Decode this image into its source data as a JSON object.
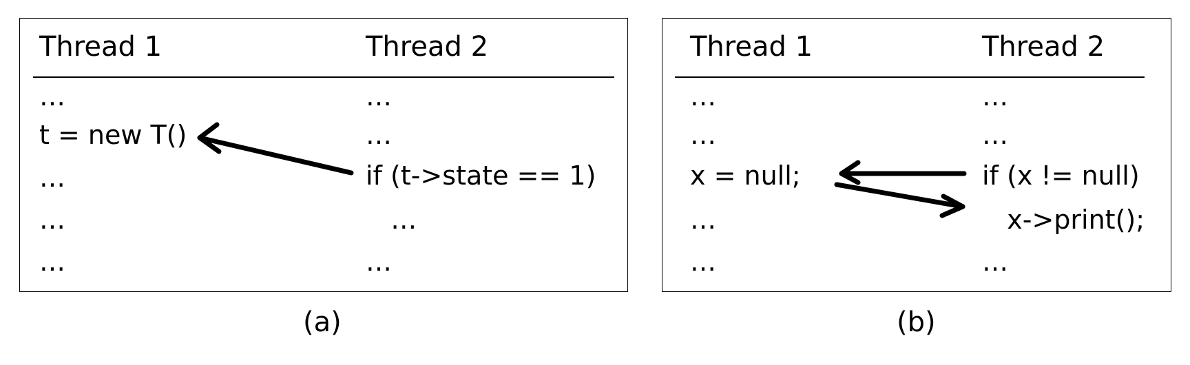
{
  "panel_a": {
    "thread1_header": "Thread 1",
    "thread2_header": "Thread 2",
    "thread1_lines": [
      "…",
      "t = new T()",
      "…",
      "…",
      "…"
    ],
    "thread2_lines": [
      "…",
      "…",
      "if (t->state == 1)",
      "   …",
      "…"
    ],
    "caption": "(a)"
  },
  "panel_b": {
    "thread1_header": "Thread 1",
    "thread2_header": "Thread 2",
    "thread1_lines": [
      "…",
      "…",
      "x = null;",
      "…",
      "…"
    ],
    "thread2_lines": [
      "…",
      "…",
      "if (x != null)",
      "   x->print();",
      "…"
    ],
    "caption": "(b)"
  },
  "colors": {
    "ink": "#000000",
    "background": "#ffffff"
  }
}
